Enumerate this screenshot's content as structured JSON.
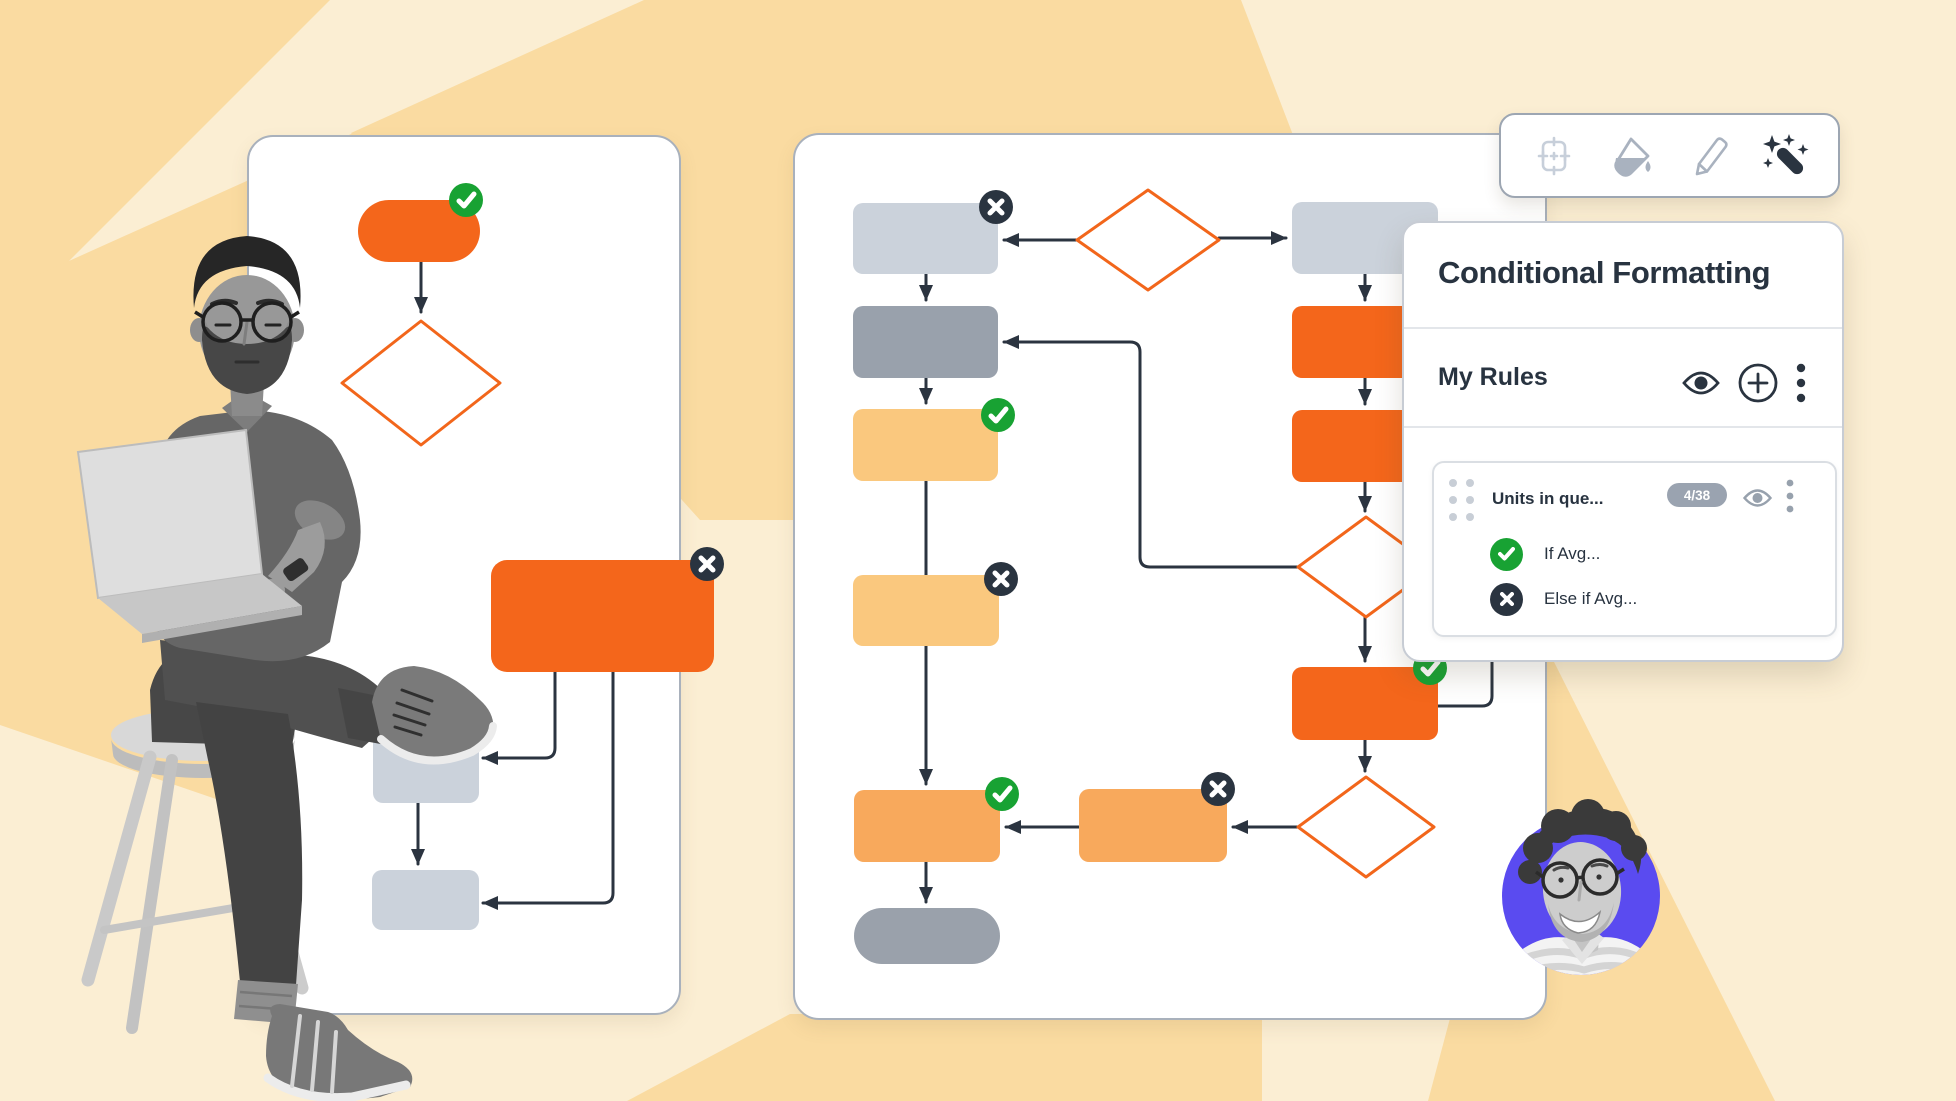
{
  "background": {
    "base_color": "#FBEED3",
    "accent_color": "#FADBA1"
  },
  "colors": {
    "orange": "#F4661B",
    "amber": "#FAC87E",
    "amber_deep": "#F8A95C",
    "gray_light": "#CBD2DB",
    "gray_mid": "#99A1AC",
    "gray_pill": "#9AA1AB",
    "shape_white": "#FFFFFF",
    "connector": "#2B3440",
    "diamond_stroke": "#F2661B",
    "badge_green": "#18A233",
    "badge_dark": "#2A3440",
    "avatar_purple": "#5A4BF0"
  },
  "toolbar": {
    "icons": [
      {
        "name": "crop-frame"
      },
      {
        "name": "paint-bucket"
      },
      {
        "name": "pencil"
      },
      {
        "name": "magic-wand"
      }
    ]
  },
  "cf": {
    "title": "Conditional Formatting",
    "section": {
      "label": "My Rules"
    },
    "rule_card": {
      "name": "Units in que...",
      "count_badge": "4/38",
      "conditions": [
        {
          "status": "pass",
          "label": "If Avg..."
        },
        {
          "status": "fail",
          "label": "Else if Avg..."
        }
      ]
    }
  }
}
